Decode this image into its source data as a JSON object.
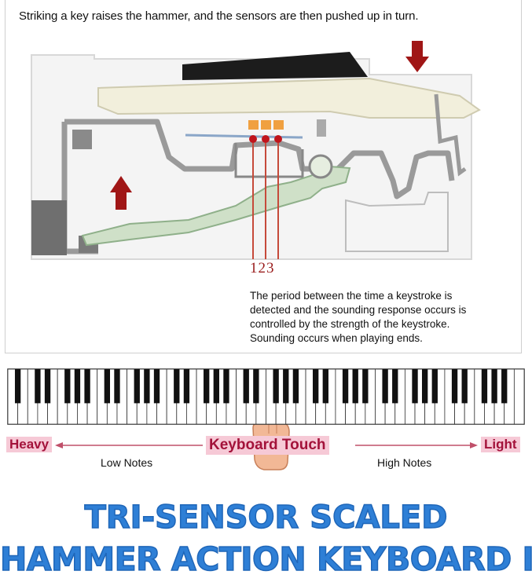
{
  "caption": "Striking a key raises the hammer, and the sensors are then pushed up in turn.",
  "sensor_numbers": "123",
  "note_lines": [
    "The period between the time a keystroke is",
    "detected and the sounding response occurs is",
    "controlled by the strength of the keystroke.",
    "Sounding occurs when playing ends."
  ],
  "scale": {
    "heavy": "Heavy",
    "light": "Light",
    "touch": "Keyboard Touch",
    "low": "Low Notes",
    "high": "High Notes"
  },
  "headline": {
    "line1": "TRI-SENSOR SCALED",
    "line2": "HAMMER ACTION KEYBOARD II"
  },
  "colors": {
    "arrow": "#a01616",
    "label_bg": "#f6c9d6",
    "label_text": "#a3123a",
    "headline": "#2e7fd6",
    "hammer": "#cfe0c8",
    "frame": "#9a9a9a",
    "sensor": "#f0a040"
  },
  "piano": {
    "white_keys": 52
  }
}
